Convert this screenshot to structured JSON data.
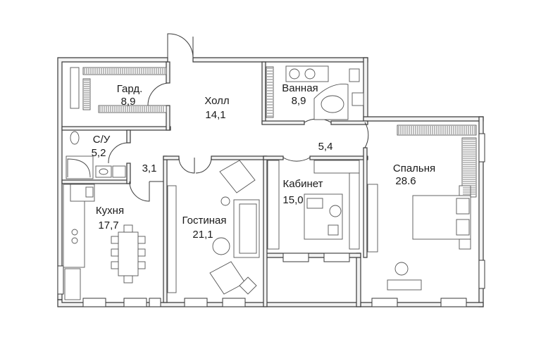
{
  "rooms": {
    "wardrobe": {
      "name": "Гард.",
      "area": "8,9"
    },
    "hall": {
      "name": "Холл",
      "area": "14,1"
    },
    "bathroom": {
      "name": "Ванная",
      "area": "8,9"
    },
    "wc": {
      "name": "С/У",
      "area": "5,2"
    },
    "corridor_left": {
      "area": "3,1"
    },
    "corridor_right": {
      "area": "5,4"
    },
    "bedroom": {
      "name": "Спальня",
      "area": "28.6"
    },
    "study": {
      "name": "Кабинет",
      "area": "15,0"
    },
    "kitchen": {
      "name": "Кухня",
      "area": "17,7"
    },
    "living": {
      "name": "Гостиная",
      "area": "21,1"
    }
  },
  "colors": {
    "wall": "#3a3a3a",
    "background": "#ffffff",
    "text": "#1a1a1a"
  }
}
